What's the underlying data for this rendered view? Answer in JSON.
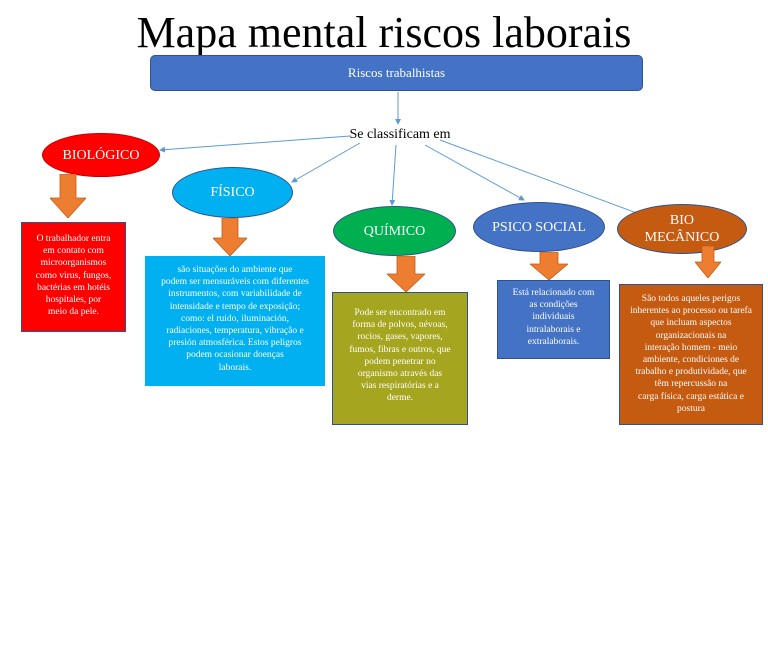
{
  "title": "Mapa mental riscos laborais",
  "root": {
    "label": "Riscos trabalhistas"
  },
  "connector": {
    "label": "Se classificam em"
  },
  "categories": [
    {
      "label": "BIOLÓGICO",
      "color": "#ff0000",
      "description": "O trabalhador entra\nem contato com\nmicroorganismos\ncomo virus, fungos,\nbactérias em hotéis\nhospitales, por\nmeio da pele."
    },
    {
      "label": "FÍSICO",
      "color": "#00b0f0",
      "description": "são situações do ambiente que\npodem ser mensuráveis com diferentes\ninstrumentos, com variabilidade de\nintensidade e tempo de exposição;\ncomo: el ruido, iluminación,\nradiaciones, temperatura, vibração e\npresión atmosférica. Estos peligros\npodem ocasionar doenças\nlaborais."
    },
    {
      "label": "QUÍMICO",
      "color": "#00b050",
      "box_color": "#a5a51f",
      "description": "Pode ser encontrado em\nforma de polvos, névoas,\nrocios, gases, vapores,\nfumos, fibras e outros, que\npodem penetrar no\norganismo através das\nvias respiratórias e a\nderme."
    },
    {
      "label": "PSICO SOCIAL",
      "color": "#4472c4",
      "description": "Está relacionado com\nas condições\nindividuais\nintralaborais e\nextralaborais."
    },
    {
      "label": "BIO\nMECÂNICO",
      "color": "#c55a11",
      "description": "São todos aqueles perigos\ninherentes ao processo ou tarefa\nque incluam aspectos\norganizacionais na\ninteração homem - meio\nambiente, condiciones de\ntrabalho e produtividade, que\ntêm repercussão na\ncarga física, carga estática e\npostura"
    }
  ],
  "colors": {
    "arrow": "#ed7d31",
    "line": "#5b9bd5"
  }
}
